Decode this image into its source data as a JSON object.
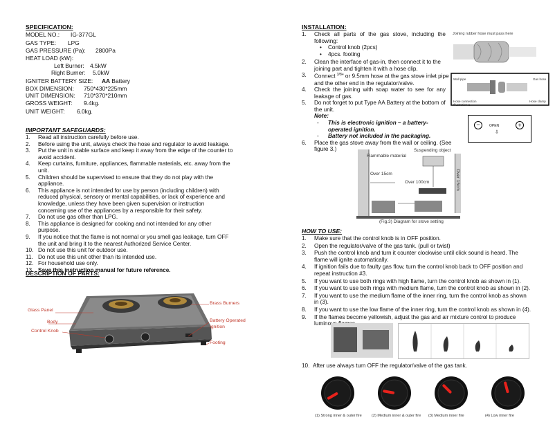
{
  "spec": {
    "heading": "SPECIFICATION:",
    "model": {
      "label": "MODEL NO.:",
      "value": "IG-377GL"
    },
    "gas_type": {
      "label": "GAS TYPE:",
      "value": "LPG"
    },
    "gas_pressure": {
      "label": "GAS PRESSURE (Pa):",
      "value": "2800Pa"
    },
    "heat_load": "HEAT LOAD (kW):",
    "left_burner": {
      "label": "Left Burner:",
      "value": "4.5kW"
    },
    "right_burner": {
      "label": "Right Burner:",
      "value": "5.0kW"
    },
    "igniter": {
      "label": "IGNITER BATTERY SIZE:",
      "value_bold": "AA",
      "value_rest": " Battery"
    },
    "box_dim": {
      "label": "BOX DIMENSION:",
      "value": "750*430*225mm"
    },
    "unit_dim": {
      "label": "UNIT DIMENSION:",
      "value": "710*370*210mm"
    },
    "gross_weight": {
      "label": "GROSS WEIGHT:",
      "value": "9.4kg."
    },
    "unit_weight": {
      "label": "UNIT WEIGHT:",
      "value": "6.0kg."
    }
  },
  "safeguards": {
    "heading": "IMPORTANT SAFEGUARDS:",
    "items": [
      {
        "n": "1.",
        "text": "Read all instruction carefully before use."
      },
      {
        "n": "2.",
        "text": "Before using the unit, always check the hose and regulator to avoid leakage."
      },
      {
        "n": "3.",
        "text": "Put the unit in stable surface and keep it away from the edge of the counter to avoid accident."
      },
      {
        "n": "4.",
        "text": "Keep curtains, furniture, appliances, flammable materials, etc. away from the unit."
      },
      {
        "n": "5.",
        "text": "Children should be supervised to ensure that they do not play with the appliance."
      },
      {
        "n": "6.",
        "text": "This appliance is not intended for use by person (including children) with reduced physical, sensory or mental capabilities, or lack of experience and knowledge, unless they have been given supervision or instruction concerning use of the appliances by a responsible for their safety."
      },
      {
        "n": "7.",
        "text": "Do not use gas other than LPG."
      },
      {
        "n": "8.",
        "text": "This appliance is designed for cooking and not intended for any other purpose."
      },
      {
        "n": "9.",
        "text": "If you notice that the flame is not normal or you smell gas leakage, turn OFF the unit and bring it to the nearest Authorized Service Center."
      },
      {
        "n": "10.",
        "text": "Do not use this unit for outdoor use."
      },
      {
        "n": "11.",
        "text": "Do not use this unit other than its intended use."
      },
      {
        "n": "12.",
        "text": "For household use only."
      },
      {
        "n": "13.",
        "text": "Save this instruction manual for future reference."
      }
    ]
  },
  "parts": {
    "heading": "DESCRIPTION OF PARTS:",
    "glass_panel": "Glass Panel",
    "body": "Body",
    "control_knob": "Control Knob",
    "brass_burners": "Brass Burners",
    "battery_line1": "Battery Operated",
    "battery_line2": "Ignition",
    "footing": "Footing"
  },
  "installation": {
    "heading": "INSTALLATION:",
    "i1_n": "1.",
    "i1": "Check all parts of the gas stove, including the following:",
    "bullet1": "Control knob (2pcs)",
    "bullet2": "4pcs. footing",
    "i2_n": "2.",
    "i2": "Clean the interface of gas-in, then connect it to the joining part and tighten it with a hose clip.",
    "i3_n": "3.",
    "i3a": "Connect",
    "i3frac": "3/8",
    "i3b": "\" or 9.5mm hose at the gas stove inlet pipe and the other end in the regulator/valve.",
    "i4_n": "4.",
    "i4": "Check the joining with soap water to see for any leakage of gas.",
    "i5_n": "5.",
    "i5": "Do not forget to put Type AA Battery at the bottom of the unit.",
    "note": "Note:",
    "note1": "This is electronic ignition – a battery-operated ignition.",
    "note2": "Battery not included in the packaging.",
    "i6_n": "6.",
    "i6": "Place the gas stove away from the wall or ceiling. (See figure 3.)",
    "hose_caption": "Joining   rubber hose must pass here",
    "hose_wall": "Wall pipe",
    "hose_gas": "Gas hose",
    "hose_conn": "Hose connection",
    "hose_illus": "Illustration 1",
    "hose_clamp": "Hose clamp",
    "battery_open": "OPEN",
    "fig_flammable": "Flammable material",
    "fig_suspending": "Suspending object",
    "fig_over15": "Over 15cm",
    "fig_over100": "Over 100cm",
    "fig_over15v": "Over 15cm",
    "fig_caption": "(Fig.3) Diagram for stove setting"
  },
  "howto": {
    "heading": "HOW TO USE:",
    "items": [
      {
        "n": "1.",
        "text": "Make sure that the control knob is in OFF position."
      },
      {
        "n": "2.",
        "text": "Open the regulator/valve of the gas tank. (pull or twist)"
      },
      {
        "n": "3.",
        "text": "Push the control knob and turn it counter clockwise until click sound is heard. The flame will ignite automatically."
      },
      {
        "n": "4.",
        "text": "If ignition fails due to faulty gas flow, turn the control knob back to OFF position and repeat instruction #3."
      },
      {
        "n": "5.",
        "text": "If you want to use both rings with high flame, turn the control knob as shown in (1)."
      },
      {
        "n": "6.",
        "text": "If you want to use both rings with medium flame, turn the control knob as shown in (2)."
      },
      {
        "n": "7.",
        "text": "If you want to use the medium flame of the inner ring, turn the control knob as shown in (3)."
      },
      {
        "n": "8.",
        "text": "If you want to use the low flame of the inner ring, turn the control knob as shown in (4)."
      },
      {
        "n": "9.",
        "text": "If the flames become yellowish, adjust the gas and air mixture control to produce luminous flames."
      }
    ],
    "item10_n": "10.",
    "item10": "After use always turn OFF the regulator/valve of the gas tank.",
    "knob_captions": [
      "(1) Strong inner & outer fire",
      "(2) Medium inner & outer fire",
      "(3) Medium inner fire",
      "(4) Low inner fire"
    ]
  }
}
